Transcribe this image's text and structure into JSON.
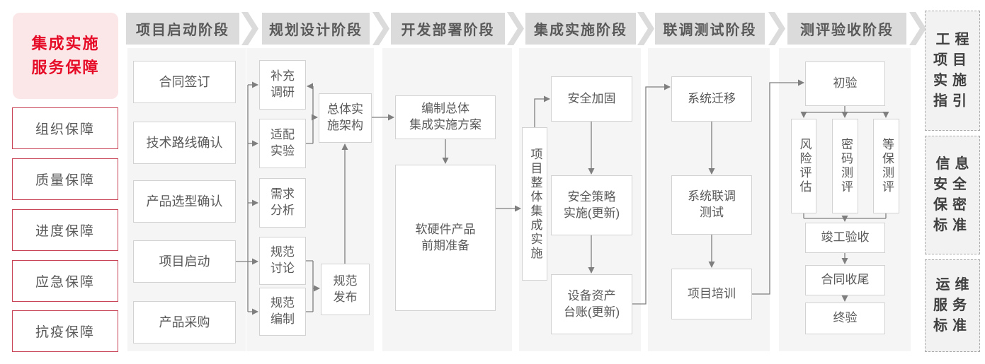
{
  "diagram": {
    "sidebar": {
      "title": "集成实施\n服务保障",
      "items": [
        "组织保障",
        "质量保障",
        "进度保障",
        "应急保障",
        "抗疫保障"
      ]
    },
    "phases": [
      {
        "label": "项目启动阶段",
        "boxes": [
          "合同签订",
          "技术路线确认",
          "产品选型确认",
          "项目启动",
          "产品采购"
        ]
      },
      {
        "label": "规划设计阶段",
        "boxes": [
          "补充\n调研",
          "适配\n实验",
          "需求\n分析",
          "规范\n讨论",
          "规范\n编制",
          "总体实\n施架构",
          "规范\n发布"
        ]
      },
      {
        "label": "开发部署阶段",
        "boxes": [
          "编制总体\n集成实施方案",
          "软硬件产品\n前期准备"
        ]
      },
      {
        "label": "集成实施阶段",
        "boxes": [
          "项目整体集成实施",
          "安全加固",
          "安全策略\n实施(更新)",
          "设备资产\n台账(更新)"
        ]
      },
      {
        "label": "联调测试阶段",
        "boxes": [
          "系统迁移",
          "系统联调\n测试",
          "项目培训"
        ]
      },
      {
        "label": "测评验收阶段",
        "boxes": [
          "初验",
          "风险评估",
          "密码测评",
          "等保测评",
          "竣工验收",
          "合同收尾",
          "终验"
        ]
      }
    ],
    "standards": [
      "工程\n项目\n实施\n指引",
      "信息\n安全\n保密\n标准",
      "运维\n服务\n标准"
    ],
    "colors": {
      "accent_red": "#c94357",
      "highlight_text_red": "#e60c27",
      "highlight_bg_pink": "#fbe6e8",
      "phase_band_gray": "#dbdbdb",
      "panel_gray": "#f5f5f5",
      "box_border_gray": "#d2d2d2",
      "text_gray": "#595959",
      "connector_gray": "#7f7f7f"
    }
  }
}
